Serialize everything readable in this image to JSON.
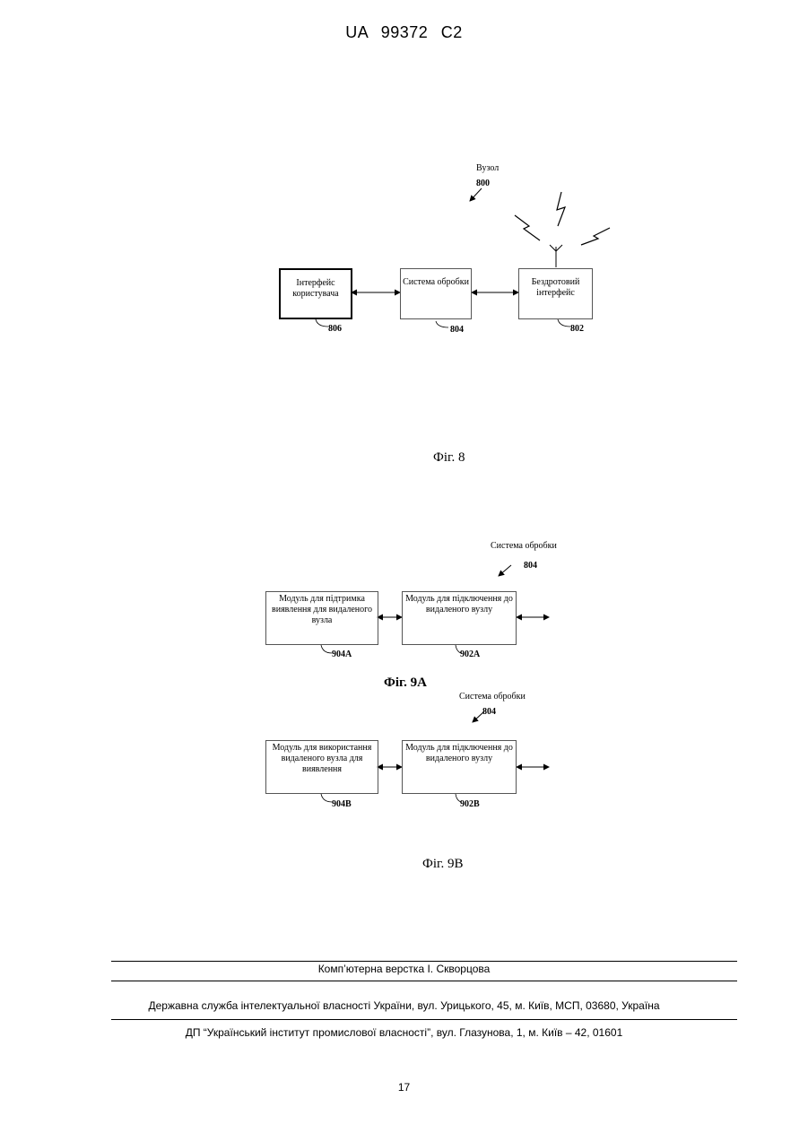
{
  "header": {
    "title": "UA  99372  C2"
  },
  "fig8": {
    "node_label": "Вузол",
    "node_ref": "800",
    "box_user_interface": "Інтерфейс\nкористувача",
    "box_processing": "Система обробки",
    "box_wireless": "Бездротовий\nінтерфейс",
    "ref_806": "806",
    "ref_804": "804",
    "ref_802": "802",
    "caption": "Фіг. 8"
  },
  "fig9a": {
    "system_label": "Система обробки",
    "system_ref": "804",
    "box_support": "Модуль для підтримка\nвиявлення для видаленого\nвузла",
    "box_connect": "Модуль для підключення до\nвидаленого вузлу",
    "ref_904a": "904A",
    "ref_902a": "902A",
    "caption": "Фіг. 9A"
  },
  "fig9b": {
    "system_label": "Система обробки",
    "system_ref": "804",
    "box_use": "Модуль для використання\nвидаленого вузла для\nвиявлення",
    "box_connect": "Модуль для підключення до\nвидаленого вузлу",
    "ref_904b": "904B",
    "ref_902b": "902B",
    "caption": "Фіг. 9B"
  },
  "footer": {
    "layout_credit": "Комп’ютерна верстка І. Скворцова",
    "service": "Державна служба інтелектуальної власності України, вул. Урицького, 45, м. Київ, МСП, 03680, Україна",
    "institute": "ДП “Український інститут промислової власності”, вул. Глазунова, 1, м. Київ – 42, 01601",
    "page_number": "17"
  }
}
